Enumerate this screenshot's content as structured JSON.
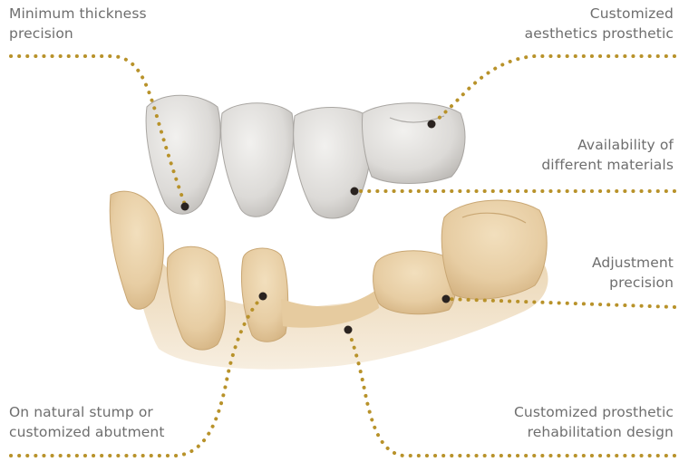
{
  "callouts": {
    "top_left": [
      "Minimum thickness",
      "precision"
    ],
    "top_right": [
      "Customized",
      "aesthetics prosthetic"
    ],
    "right_1": [
      "Availability of",
      "different materials"
    ],
    "right_2": [
      "Adjustment",
      "precision"
    ],
    "bottom_left": [
      "On natural stump or",
      "customized abutment"
    ],
    "bottom_right": [
      "Customized prosthetic",
      "rehabilitation design"
    ]
  },
  "colors": {
    "gold": "#b8922a",
    "marker": "#2a2320",
    "text": "#6e6e6e",
    "crown": "#e2e1df",
    "model": "#ead2ac"
  }
}
